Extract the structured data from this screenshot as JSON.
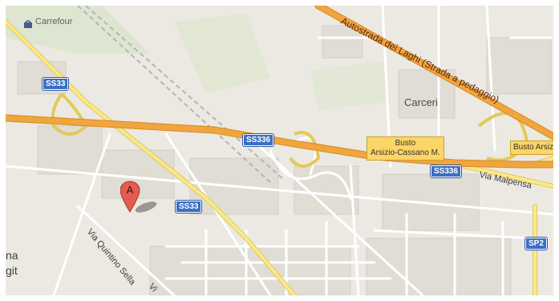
{
  "colors": {
    "background": "#ece9e3",
    "block": "#e0ddd5",
    "minor_road": "#ffffff",
    "highway": "#f0a53e",
    "highway_casing": "#d68a24",
    "secondary_road": "#f9e98b",
    "green": "#d6e5c4",
    "rail": "#b5b5b5",
    "shield": "#3a6fc4",
    "marker": "#e25c4f"
  },
  "poi": {
    "name": "Carrefour",
    "icon": "shopping-bag-icon"
  },
  "district": "Carceri",
  "highway": {
    "name": "Autostrada dei Laghi (Strada a pedaggio)"
  },
  "shields": [
    {
      "label": "SS33"
    },
    {
      "label": "SS336"
    },
    {
      "label": "SS33"
    },
    {
      "label": "SS336"
    },
    {
      "label": "SP2"
    }
  ],
  "exits": [
    {
      "line1": "Busto",
      "line2": "Arsizio-Cassano M."
    },
    {
      "line1": "Busto Arsiz",
      "line2": ""
    }
  ],
  "streets": [
    {
      "name": "Via Malpensa"
    },
    {
      "name": "Via Quintino Sella"
    },
    {
      "name": "Vi"
    }
  ],
  "marker": {
    "label": "A",
    "icon": "map-pin-icon"
  },
  "edge_labels": [
    {
      "text": "na"
    },
    {
      "text": "git"
    }
  ]
}
